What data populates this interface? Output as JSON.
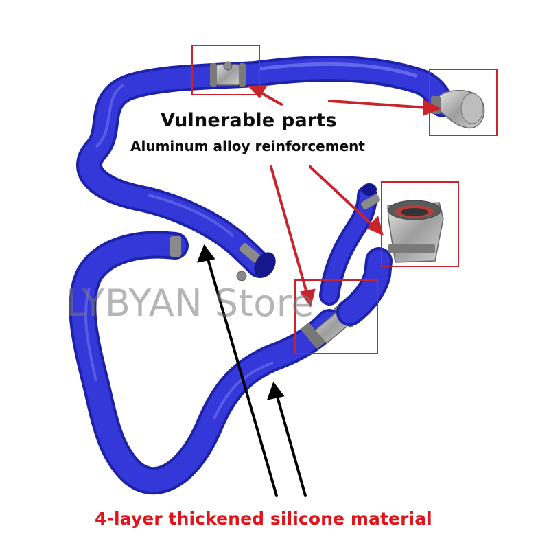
{
  "labels": {
    "vulnerable_parts": "Vulnerable parts",
    "aluminum_reinforcement": "Aluminum alloy reinforcement",
    "silicone_material": "4-layer thickened silicone material"
  },
  "watermark": "LYBYAN Store",
  "colors": {
    "hose_blue": "#2b2fd0",
    "annotation_red": "#c8242b",
    "silicone_text_red": "#e0151b",
    "arrow_black": "#000000",
    "aluminum_gray": "#a8a8a8"
  }
}
